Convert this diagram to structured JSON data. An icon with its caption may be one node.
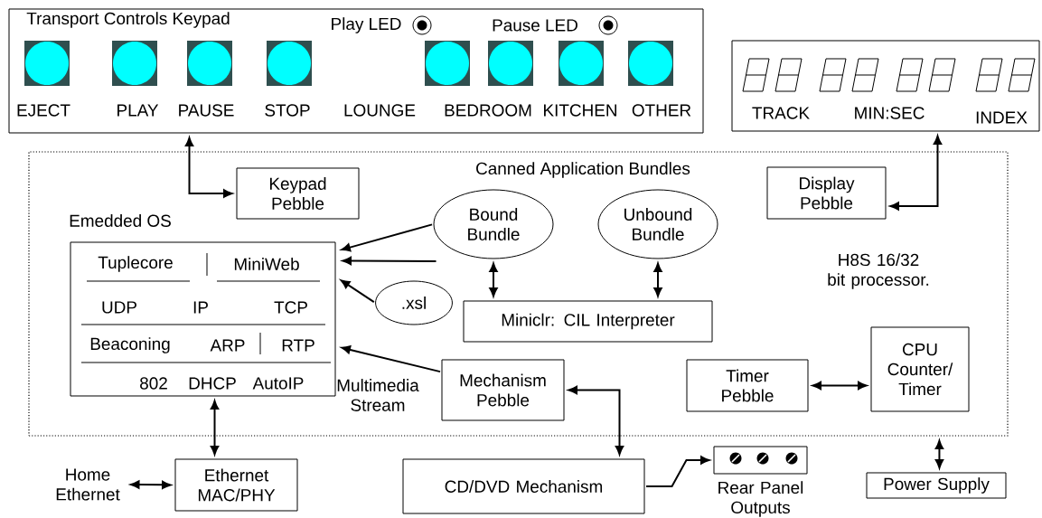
{
  "diagram": {
    "nodes": [
      {
        "text": [
          "Transport Controls Keypad",
          "Play LED",
          "Pause LED",
          "EJECT",
          "PLAY",
          "PAUSE",
          "STOP",
          "LOUNGE",
          "BEDROOM",
          "KITCHEN",
          "OTHER"
        ]
      },
      {
        "text": [
          "TRACK",
          "MIN:SEC",
          "INDEX"
        ]
      },
      {
        "text": [
          "Canned Application Bundles",
          "H8S 16/32 bit processor."
        ]
      },
      {
        "text": [
          "Keypad Pebble"
        ],
        "in": 2
      },
      {
        "text": [
          "Display Pebble"
        ],
        "in": 2
      },
      {
        "text": [
          "Emedded OS",
          "Tuplecore",
          "MiniWeb",
          "UDP",
          "IP",
          "TCP",
          "Beaconing",
          "ARP",
          "RTP",
          "802",
          "DHCP",
          "AutoIP"
        ],
        "in": 2
      },
      {
        "text": [
          "Bound Bundle"
        ],
        "in": 2
      },
      {
        "text": [
          "Unbound Bundle"
        ],
        "in": 2
      },
      {
        "text": [
          ".xsl"
        ],
        "in": 2
      },
      {
        "text": [
          "Miniclr: CIL Interpreter"
        ],
        "in": 2
      },
      {
        "text": [
          "Mechanism Pebble"
        ],
        "in": 2
      },
      {
        "text": [
          "Timer Pebble"
        ],
        "in": 2
      },
      {
        "text": [
          "CPU Counter/ Timer"
        ],
        "in": 2
      },
      {
        "text": [
          "Home Ethernet"
        ]
      },
      {
        "text": [
          "Ethernet MAC/PHY"
        ]
      },
      {
        "text": [
          "CD/DVD Mechanism"
        ]
      },
      {
        "text": [],
        "shape": "box",
        "beside": [
          "Rear Panel Outputs"
        ]
      },
      {
        "text": [
          "Power Supply"
        ]
      }
    ],
    "edges": [
      {
        "from": 0,
        "to": 3,
        "arrow": "both"
      },
      {
        "from": 1,
        "to": 4,
        "arrow": "both"
      },
      {
        "from": 6,
        "to": 5,
        "arrow": "to"
      },
      {
        "from": null,
        "to": 5,
        "arrow": "to"
      },
      {
        "from": 8,
        "to": 5,
        "arrow": "to"
      },
      {
        "from": 6,
        "to": 9,
        "arrow": "both"
      },
      {
        "from": 7,
        "to": 9,
        "arrow": "both"
      },
      {
        "from": 10,
        "to": 5,
        "arrow": "to"
      },
      {
        "from": 10,
        "to": 15,
        "arrow": "both"
      },
      {
        "from": 11,
        "to": 12,
        "arrow": "both"
      },
      {
        "from": 5,
        "to": 14,
        "arrow": "both"
      },
      {
        "from": 13,
        "to": 14,
        "arrow": "both"
      },
      {
        "from": 15,
        "to": 16,
        "arrow": "to"
      },
      {
        "from": 2,
        "to": 17,
        "arrow": "both"
      }
    ],
    "labels": [
      "Multimedia Stream"
    ]
  }
}
